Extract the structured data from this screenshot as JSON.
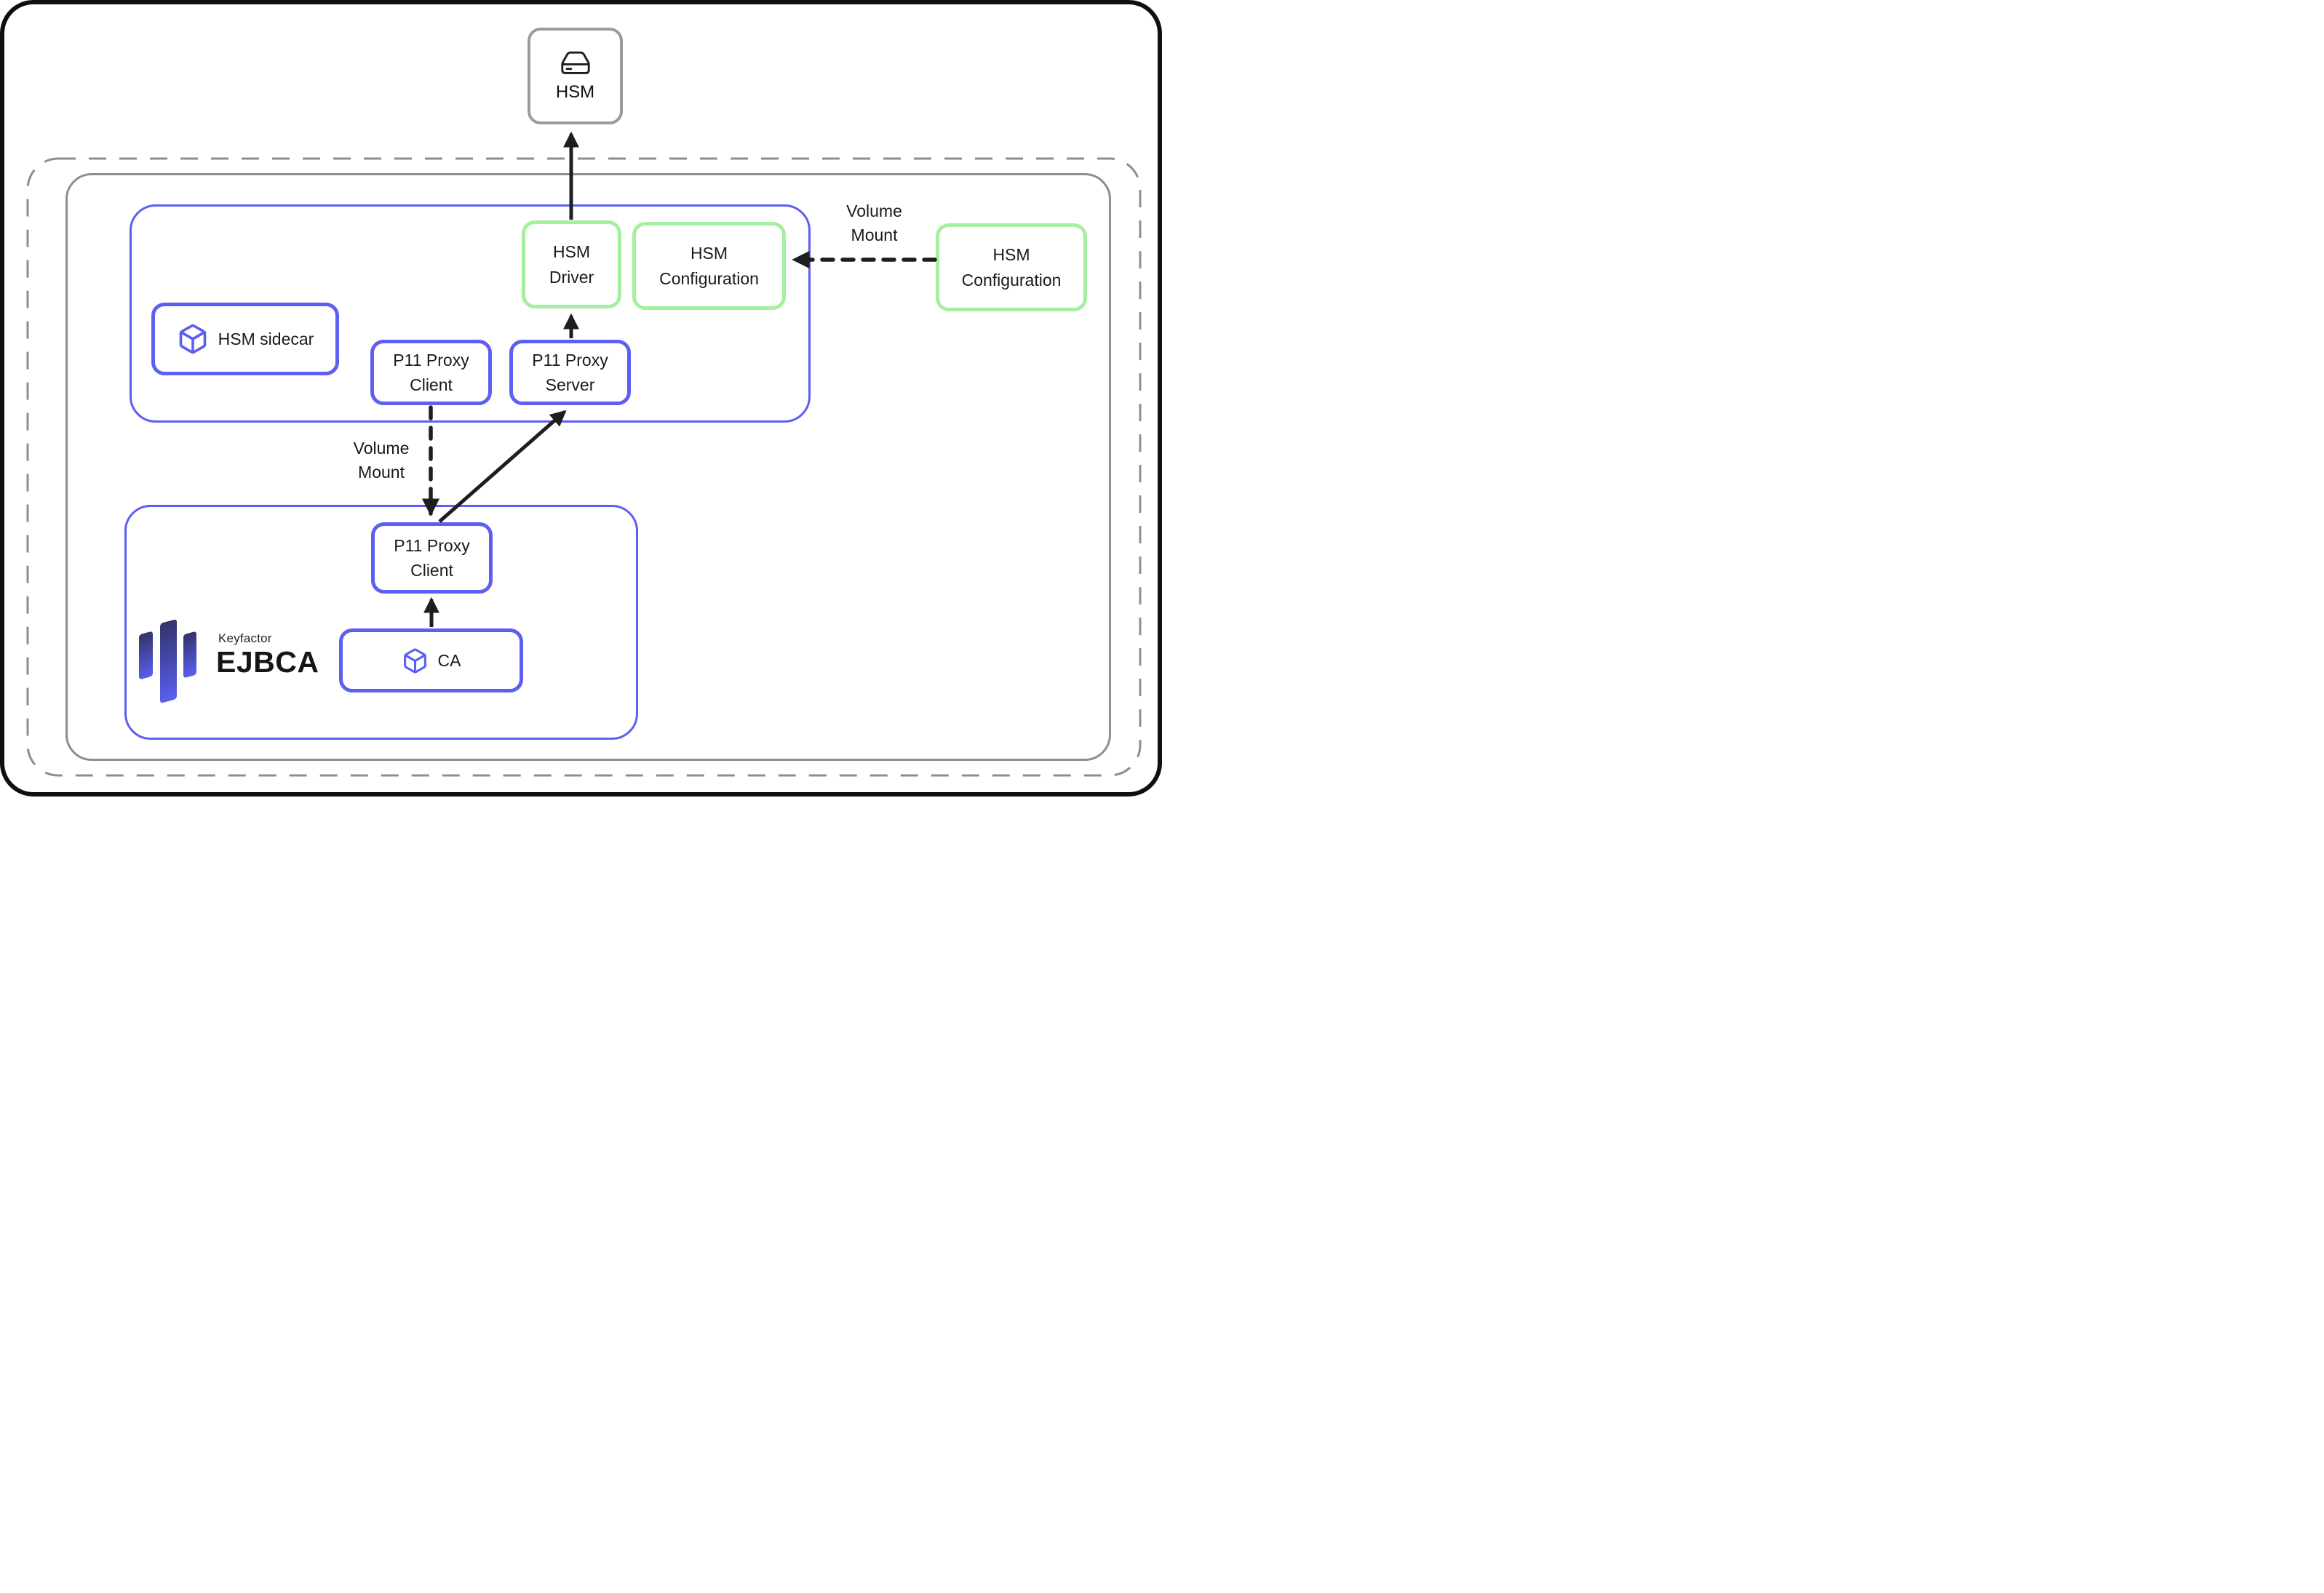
{
  "diagram": {
    "hsm": {
      "label": "HSM"
    },
    "hsm_sidecar": {
      "label": "HSM sidecar"
    },
    "p11_proxy_client_sidecar": {
      "line1": "P11 Proxy",
      "line2": "Client"
    },
    "p11_proxy_server": {
      "line1": "P11 Proxy",
      "line2": "Server"
    },
    "hsm_driver": {
      "line1": "HSM",
      "line2": "Driver"
    },
    "hsm_configuration_sidecar": {
      "line1": "HSM",
      "line2": "Configuration"
    },
    "hsm_configuration_external": {
      "line1": "HSM",
      "line2": "Configuration"
    },
    "volume_mount_config": {
      "line1": "Volume",
      "line2": "Mount"
    },
    "volume_mount_proxy": {
      "line1": "Volume",
      "line2": "Mount"
    },
    "p11_proxy_client_ejbca": {
      "line1": "P11 Proxy",
      "line2": "Client"
    },
    "ca": {
      "label": "CA"
    },
    "logo": {
      "brand": "Keyfactor",
      "product": "EJBCA"
    }
  },
  "colors": {
    "accent_blue": "#5D5FF0",
    "accent_green": "#A5F0A0",
    "container_gray": "#8E8E8E",
    "hsm_border_gray": "#9B9B9B",
    "arrow_black": "#1E1E1E",
    "logo_gradient_top": "#333367",
    "logo_gradient_bottom": "#5A5FF0"
  }
}
